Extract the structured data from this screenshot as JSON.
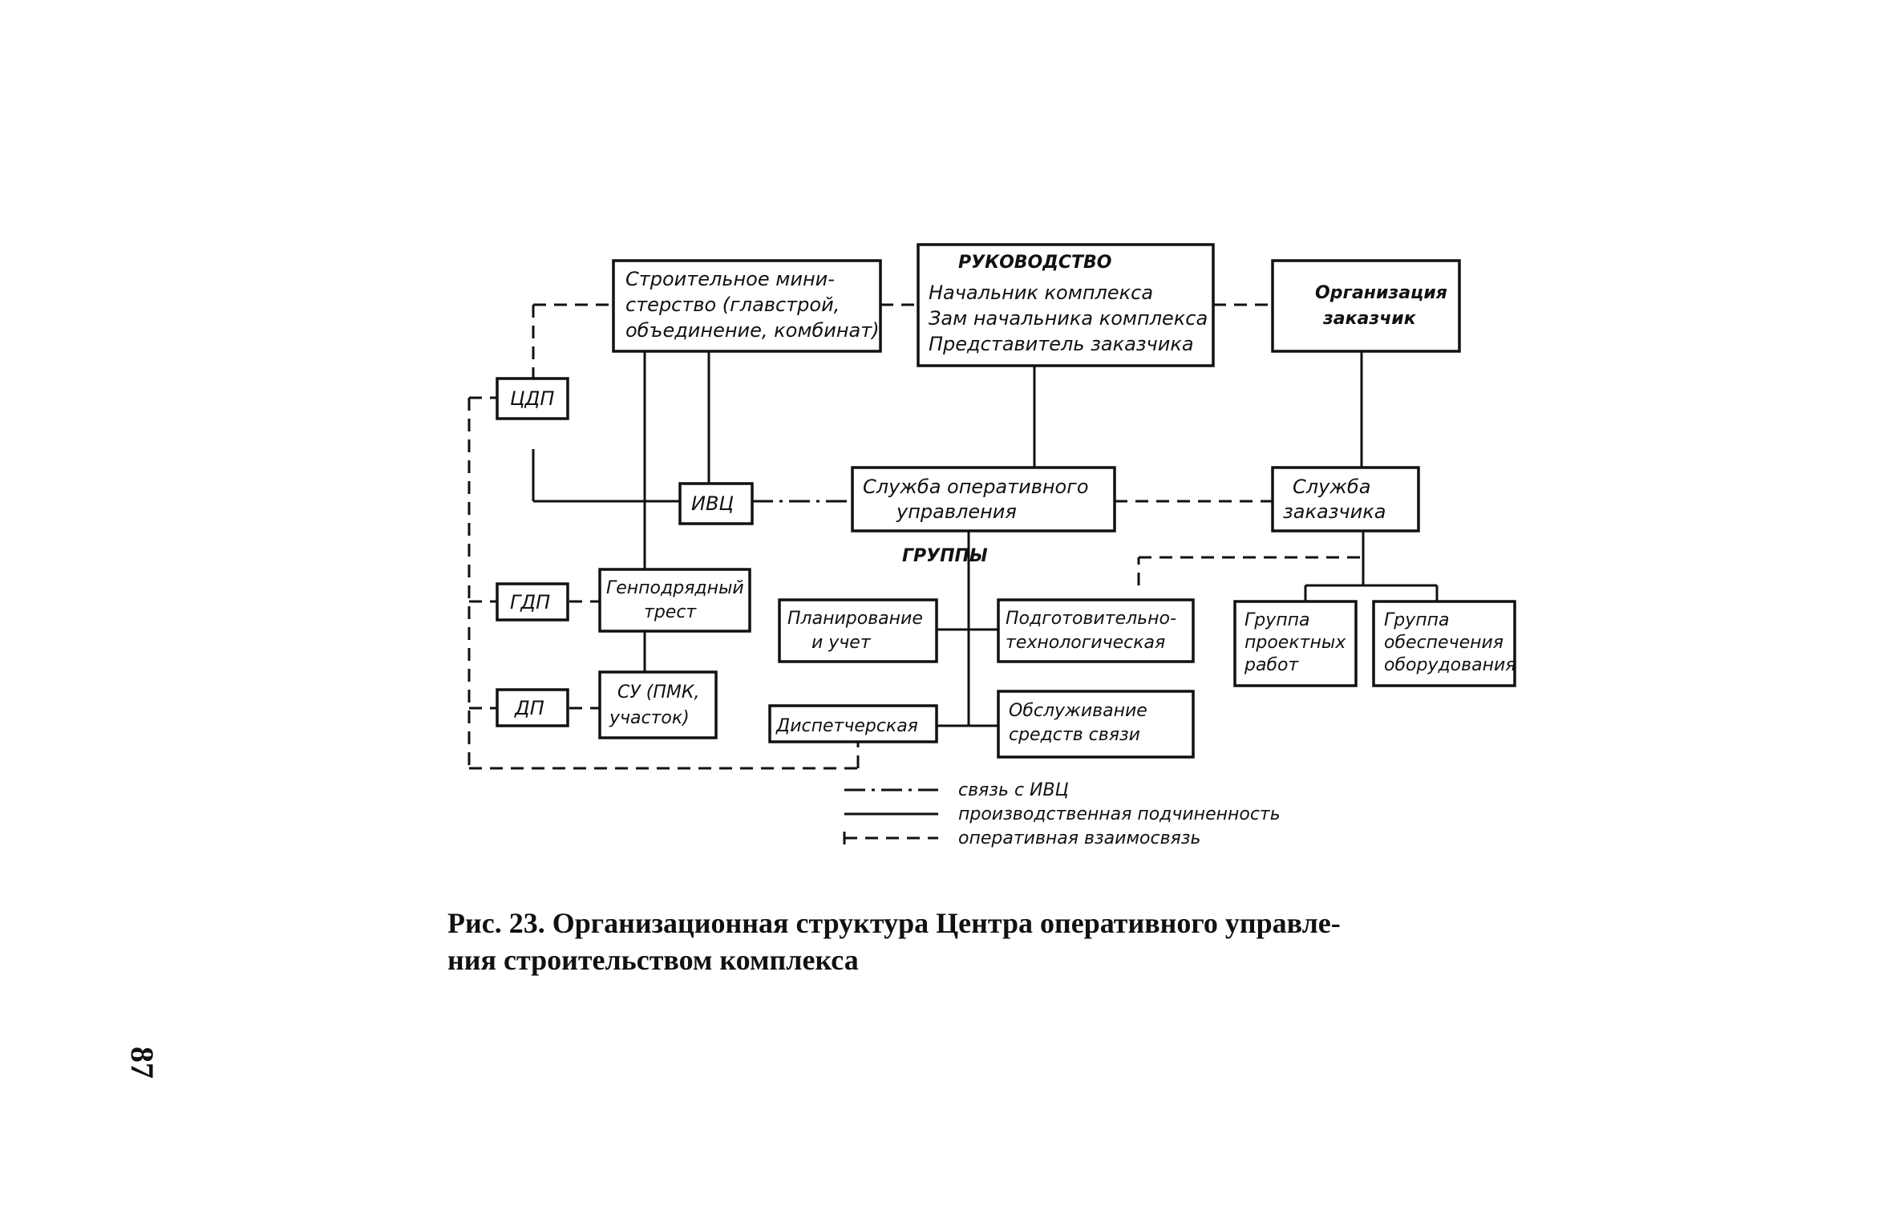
{
  "boxes": {
    "ministry": [
      "Строительное мини-",
      "стерство (главстрой,",
      "объединение, комбинат)"
    ],
    "leadership_title": "РУКОВОДСТВО",
    "leadership": [
      "Начальник комплекса",
      "Зам начальника комплекса",
      "Представитель заказчика"
    ],
    "customer_org": [
      "Организация",
      "заказчик"
    ],
    "cdp": "ЦДП",
    "ivc": "ИВЦ",
    "ops_service": [
      "Служба оперативного",
      "управления"
    ],
    "customer_service": [
      "Служба",
      "заказчика"
    ],
    "groups_label": "ГРУППЫ",
    "gdp": "ГДП",
    "general_trust": [
      "Генподрядный",
      "трест"
    ],
    "planning": [
      "Планирование",
      "и учет"
    ],
    "prep_tech": [
      "Подготовительно-",
      "технологическая"
    ],
    "design_group": [
      "Группа",
      "проектных",
      "работ"
    ],
    "equipment_group": [
      "Группа",
      "обеспечения",
      "оборудования"
    ],
    "dp": "ДП",
    "su": [
      "СУ (ПМК,",
      "участок)"
    ],
    "dispatch": "Диспетчерская",
    "comms": [
      "Обслуживание",
      "средств связи"
    ]
  },
  "legend": {
    "ivc_link": "связь с ИВЦ",
    "production": "производственная подчиненность",
    "operative": "оперативная взаимосвязь"
  },
  "caption": {
    "line1": "Рис. 23. Организационная структура Центра оперативного управле-",
    "line2": "ния строительством комплекса"
  },
  "page_number": "87"
}
